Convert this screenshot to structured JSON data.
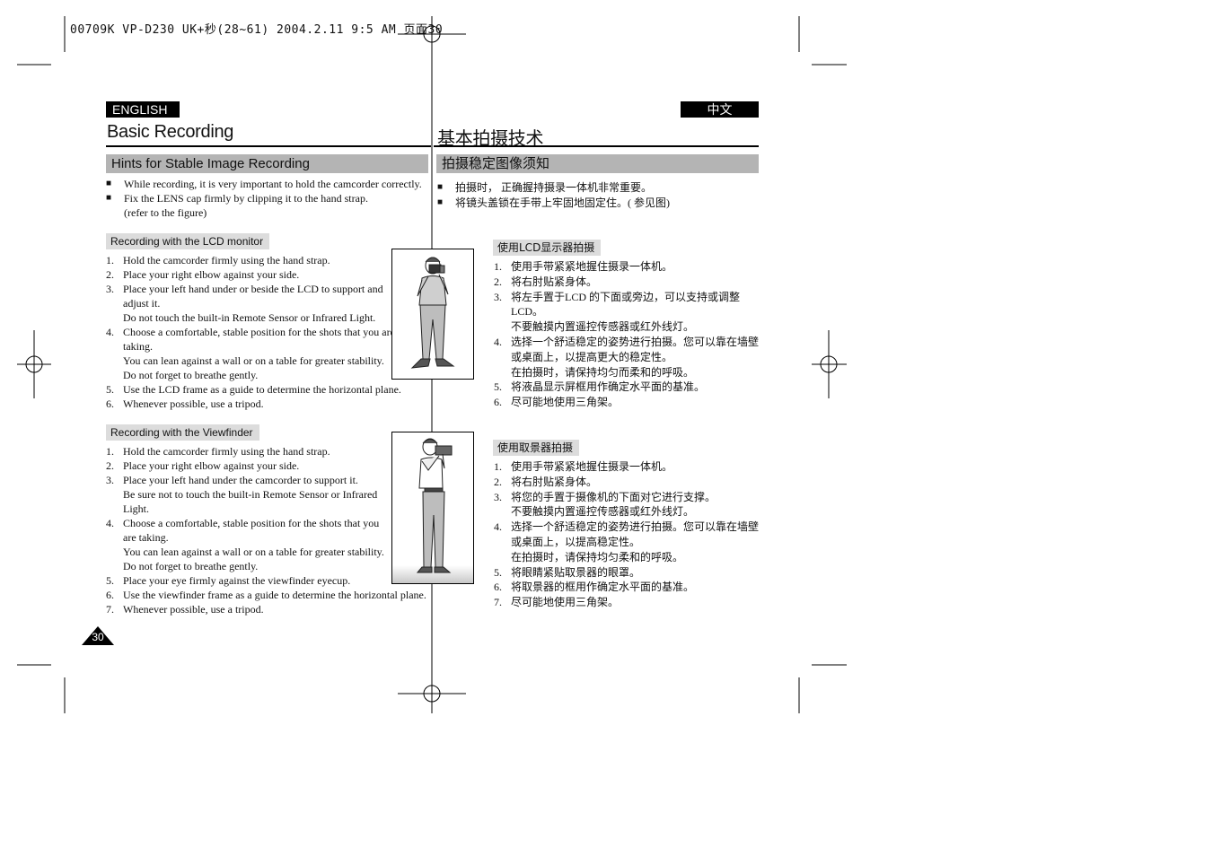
{
  "print_header": "00709K VP-D230 UK+秒(28~61) 2004.2.11 9:5 AM 页面30",
  "english": {
    "lang_tag": "ENGLISH",
    "title": "Basic Recording",
    "section_heading": "Hints for Stable Image Recording",
    "intro_bullets": [
      {
        "text": "While recording, it is very important to hold the camcorder correctly."
      },
      {
        "text": "Fix the LENS cap firmly by clipping it to the hand strap.",
        "cont": "(refer to the figure)"
      }
    ],
    "lcd": {
      "heading": "Recording with the LCD monitor",
      "steps": [
        {
          "num": "1.",
          "text": "Hold the camcorder firmly using the hand strap."
        },
        {
          "num": "2.",
          "text": "Place your right elbow against your side."
        },
        {
          "num": "3.",
          "text": "Place your left hand under or beside the LCD to support and",
          "cont": [
            "adjust it.",
            "Do not touch the built-in Remote Sensor or Infrared Light."
          ]
        },
        {
          "num": "4.",
          "text": "Choose a comfortable, stable position for the shots that you are",
          "cont": [
            "taking.",
            "You can lean against a wall or on a table for greater stability.",
            "Do not forget to breathe gently."
          ]
        },
        {
          "num": "5.",
          "text": "Use the LCD frame as a guide to determine the horizontal plane."
        },
        {
          "num": "6.",
          "text": "Whenever possible, use a tripod."
        }
      ]
    },
    "viewfinder": {
      "heading": "Recording with the Viewfinder",
      "steps": [
        {
          "num": "1.",
          "text": "Hold the camcorder firmly using the hand strap."
        },
        {
          "num": "2.",
          "text": "Place your right elbow against your side."
        },
        {
          "num": "3.",
          "text": "Place your left hand under the camcorder to support it.",
          "cont": [
            "Be sure not to touch the built-in Remote Sensor or Infrared",
            "Light."
          ]
        },
        {
          "num": "4.",
          "text": "Choose a comfortable, stable position for the shots  that you",
          "cont": [
            "are taking.",
            "You can lean against a wall or on a table for greater stability.",
            "Do not forget to breathe gently."
          ]
        },
        {
          "num": "5.",
          "text": "Place your eye firmly against the viewfinder eyecup."
        },
        {
          "num": "6.",
          "text": "Use the viewfinder frame as a guide to determine the horizontal plane."
        },
        {
          "num": "7.",
          "text": "Whenever possible, use a tripod."
        }
      ]
    },
    "page_number": "30"
  },
  "chinese": {
    "lang_tag": "中文",
    "title": "基本拍摄技术",
    "section_heading": "拍摄稳定图像须知",
    "intro_bullets": [
      {
        "text": "拍摄时， 正确握持摄录一体机非常重要。"
      },
      {
        "text": "将镜头盖锁在手带上牢固地固定住。( 参见图)"
      }
    ],
    "lcd": {
      "heading": "使用LCD显示器拍摄",
      "steps": [
        {
          "num": "1.",
          "text": "使用手带紧紧地握住摄录一体机。"
        },
        {
          "num": "2.",
          "text": "将右肘贴紧身体。"
        },
        {
          "num": "3.",
          "text": "将左手置于LCD 的下面或旁边，可以支持或调整",
          "cont": [
            "LCD。",
            "不要触摸内置遥控传感器或红外线灯。"
          ]
        },
        {
          "num": "4.",
          "text": "选择一个舒适稳定的姿势进行拍摄。您可以靠在墙壁",
          "cont": [
            "或桌面上，以提高更大的稳定性。",
            "在拍摄时，请保持均匀而柔和的呼吸。"
          ]
        },
        {
          "num": "5.",
          "text": "将液晶显示屏框用作确定水平面的基准。"
        },
        {
          "num": "6.",
          "text": "尽可能地使用三角架。"
        }
      ]
    },
    "viewfinder": {
      "heading": "使用取景器拍摄",
      "steps": [
        {
          "num": "1.",
          "text": "使用手带紧紧地握住摄录一体机。"
        },
        {
          "num": "2.",
          "text": "将右肘贴紧身体。"
        },
        {
          "num": "3.",
          "text": "将您的手置于摄像机的下面对它进行支撑。",
          "cont": [
            "不要触摸内置遥控传感器或红外线灯。"
          ]
        },
        {
          "num": "4.",
          "text": "选择一个舒适稳定的姿势进行拍摄。您可以靠在墙壁",
          "cont": [
            "或桌面上，以提高稳定性。",
            "在拍摄时，请保持均匀柔和的呼吸。"
          ]
        },
        {
          "num": "5.",
          "text": "将眼睛紧贴取景器的眼罩。"
        },
        {
          "num": "6.",
          "text": "将取景器的框用作确定水平面的基准。"
        },
        {
          "num": "7.",
          "text": "尽可能地使用三角架。"
        }
      ]
    }
  },
  "figures": {
    "lcd_figure": "person-holding-camcorder-lcd-illustration",
    "viewfinder_figure": "person-using-viewfinder-illustration"
  }
}
